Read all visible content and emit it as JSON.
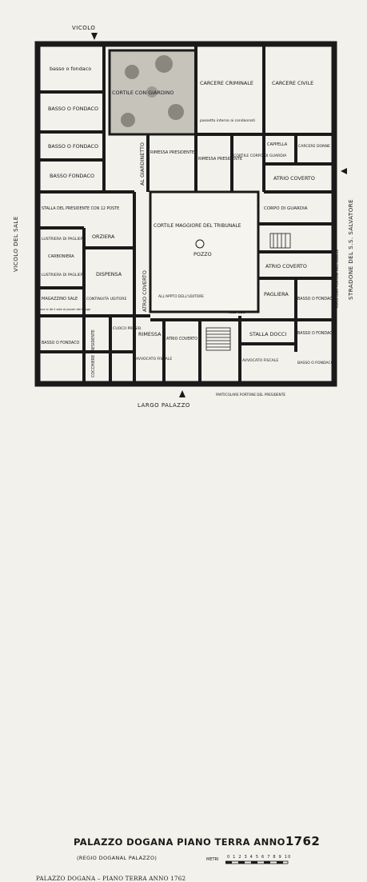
{
  "streets": {
    "north": "VICOLO",
    "west": "VICOLO DEL SALE",
    "east": "STRADONE DEL S.S. SALVATORE",
    "south": "LARGO PALAZZO"
  },
  "rooms": {
    "basso_fondaco_1": "basso o fondaco",
    "basso_fondaco_2": "BASSO O FONDACO",
    "basso_fondaco_3": "BASSO O FONDACO",
    "basso_fondaco_4": "BASSO FONDACO",
    "cortile_giardino": "CORTILE CON GIARDINO",
    "carcere_criminale": "CARCERE CRIMINALE",
    "carcere_criminale_note": "passetto interno ai condannati",
    "carcere_civile": "CARCERE CIVILE",
    "al_giardinetto": "AL GIARDINETTO",
    "rimessa_presidente": "RIMESSA PRESIDENTE",
    "rimessa_presidente_2": "RIMESSA PRESIDENTE",
    "cortile_corpo_guardia": "CORTILE CORPO DI GUARDIA",
    "cappella": "CAPPELLA",
    "carcere_donne": "CARCERE DONNE",
    "atrio_coverto_1": "ATRIO COVERTO",
    "stalla_presidente": "STALLA DEL PRESIDENTE CON 12 POSTE",
    "corpo_di_guardia": "CORPO DI GUARDIA",
    "cortile_maggiore": "CORTILE MAGGIORE DEL TRIBUNALE",
    "pozzo": "POZZO",
    "lustriera_pagliera_1": "LUSTRIERA DI PAGLIERA",
    "carbonaia": "CARBONIERA",
    "lustriera_pagliera_2": "LUSTRIERA DI PAGLIERA",
    "orziera": "ORZIERA",
    "dispensa": "DISPENSA",
    "atrio_coverto_2": "ATRIO COVERTO",
    "atrio_coverto_3": "ATRIO COVERTO",
    "pagliera": "PAGLIERA",
    "basso_fondaco_5": "BASSO O FONDACO",
    "basso_fondaco_6": "BASSO O FONDACO",
    "magazzino_sale": "MAGAZZINO SALE",
    "magazzino_note": "ove si dà il sale ai poveri del Luogo",
    "continuita_uditore": "CONTINUITA UDITORE",
    "all_appto": "ALL'APPTO DELL'UDITORE",
    "alle_gde": "ALLE GDE",
    "basso_fondaco_7": "BASSO O FONDACO",
    "cocchiere": "COCCHIERE PRESIDENTE",
    "cuoco": "CUOCO PRESID.",
    "rimessa": "RIMESSA",
    "avvocato_fiscale_1": "AVVOCATO FISCALE",
    "atrio_coverto_4": "ATRIO COVERTO",
    "stalla": "STALLA DOCCI",
    "avvocato_fiscale_2": "AVVOCATO FISCALE",
    "basso_fondaco_8": "BASSO O FONDACO",
    "portone_note": "PARTICOLARE PORTONE DEL PRESIDENTE",
    "porta_note": "PORTA CARR. PORTONE DELL'ANIMALE"
  },
  "title": {
    "main": "PALAZZO DOGANA   PIANO TERRA  ANNO",
    "year": "1762",
    "subtitle": "(REGIO DOGANAL PALAZZO)",
    "scale_label": "METRI",
    "scale_numbers": "0 1 2 3 4 5 6 7 8 9 10"
  },
  "caption": "PALAZZO DOGANA – PIANO TERRA ANNO 1762",
  "colors": {
    "paper": "#f3f1ec",
    "ink": "#1a1a1a",
    "garden": "#b9b6ae"
  }
}
